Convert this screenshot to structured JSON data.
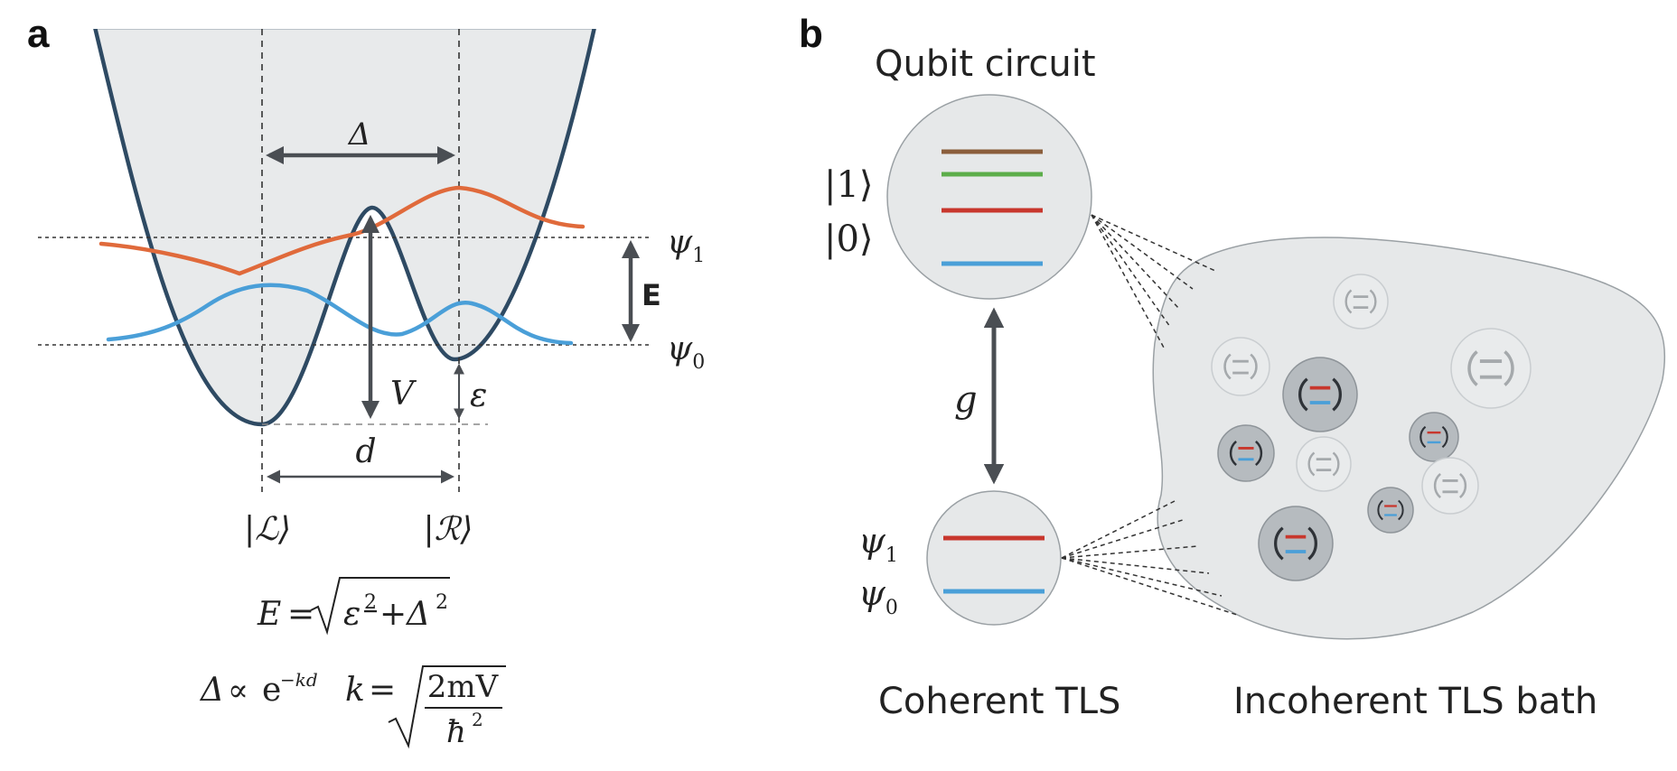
{
  "panel_a": {
    "letter": "a",
    "delta_label": "Δ",
    "psi1_symbol": "ψ",
    "psi1_sub": "1",
    "psi0_symbol": "ψ",
    "psi0_sub": "0",
    "energy_label": "E",
    "barrier_label": "V",
    "epsilon_label": "ε",
    "distance_label": "d",
    "left_state": "|ℒ⟩",
    "right_state": "|ℛ⟩",
    "formula1_lhs": "E",
    "formula1_eq": "=",
    "formula1_eps": "ε",
    "formula1_eps_exp": "2",
    "formula1_plus": "+",
    "formula1_delta": "Δ",
    "formula1_delta_exp": "2",
    "formula2_delta": "Δ",
    "formula2_prop": "∝",
    "formula2_e": "e",
    "formula2_exp": "−kd",
    "formula2_k": "k",
    "formula2_eq": "=",
    "formula2_num": "2mV",
    "formula2_den": "ħ",
    "formula2_den_exp": "2"
  },
  "panel_b": {
    "letter": "b",
    "title": "Qubit circuit",
    "ket1": "|1⟩",
    "ket0": "|0⟩",
    "coupling_label": "g",
    "psi1_symbol": "ψ",
    "psi1_sub": "1",
    "psi0_symbol": "ψ",
    "psi0_sub": "0",
    "coherent_label": "Coherent TLS",
    "incoherent_label": "Incoherent TLS bath"
  },
  "colors": {
    "potential_stroke": "#2e4a63",
    "potential_fill": "#e8eaeb",
    "psi1_curve": "#e06a3b",
    "psi0_curve": "#4a9fd8",
    "arrow": "#4a4e53",
    "level_brown": "#8b5e3c",
    "level_green": "#5cad4a",
    "level_red": "#c8372d",
    "level_blue": "#4a9fd8",
    "circle_fill": "#e6e8e9",
    "bath_fill": "#e6e8e9",
    "tls_dark_fill": "#b6bbbf"
  }
}
